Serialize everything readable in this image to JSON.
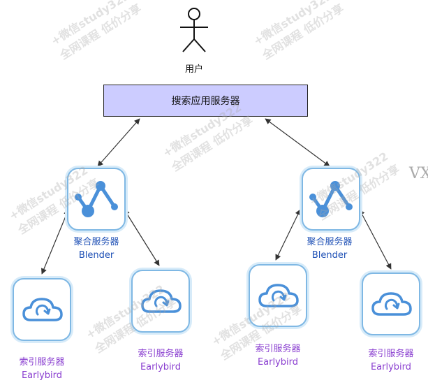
{
  "user": {
    "label": "用户"
  },
  "search_app": {
    "label": "搜索应用服务器"
  },
  "aggregators": [
    {
      "name": "聚合服务器",
      "sub": "Blender"
    },
    {
      "name": "聚合服务器",
      "sub": "Blender"
    }
  ],
  "indexers": [
    {
      "name": "索引服务器",
      "sub": "Earlybird"
    },
    {
      "name": "索引服务器",
      "sub": "Earlybird"
    },
    {
      "name": "索引服务器",
      "sub": "Earlybird"
    },
    {
      "name": "索引服务器",
      "sub": "Earlybird"
    }
  ],
  "watermark": {
    "line1": "+微信study322",
    "line2": "全网课程 低价分享",
    "corner": "VX"
  },
  "colors": {
    "search_box_fill": "#ccccff",
    "tile_border": "#7fb8e4",
    "icon_blue": "#4a90d9",
    "aggregator_text": "#1d4fb5",
    "indexer_text": "#8a3fd0"
  }
}
